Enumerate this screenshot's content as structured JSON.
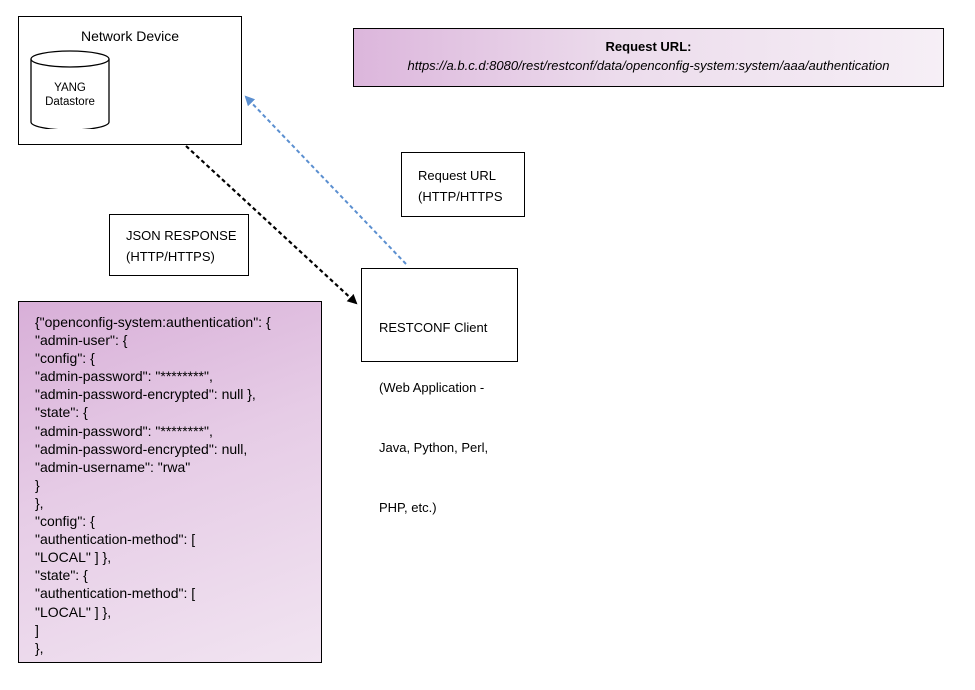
{
  "network_device": {
    "title": "Network Device",
    "datastore": {
      "line1": "YANG",
      "line2": "Datastore"
    }
  },
  "request_url_box": {
    "heading": "Request URL:",
    "url": "https://a.b.c.d:8080/rest/restconf/data/openconfig-system:system/aaa/authentication"
  },
  "request_label": {
    "line1": "Request URL",
    "line2": "(HTTP/HTTPS"
  },
  "json_response_label": {
    "line1": "JSON RESPONSE",
    "line2": "(HTTP/HTTPS)"
  },
  "client": {
    "line1": "RESTCONF Client",
    "line2": "(Web Application -",
    "line3": "Java, Python, Perl,",
    "line4": "PHP, etc.)"
  },
  "json_lines": [
    "{\"openconfig-system:authentication\": {",
    "\"admin-user\": {",
    "\"config\": {",
    "\"admin-password\": \"********\",",
    "\"admin-password-encrypted\": null },",
    "\"state\": {",
    "\"admin-password\": \"********\",",
    "\"admin-password-encrypted\": null,",
    "\"admin-username\": \"rwa\"",
    "}",
    "},",
    "\"config\": {",
    "\"authentication-method\": [",
    "\"LOCAL\" ] },",
    "\"state\": {",
    "\"authentication-method\": [",
    "\"LOCAL\" ] },",
    "]",
    "},"
  ],
  "colors": {
    "request_arrow": "#5b8fd0",
    "response_arrow": "#000000",
    "purple_fill": "#dcb6dc"
  }
}
